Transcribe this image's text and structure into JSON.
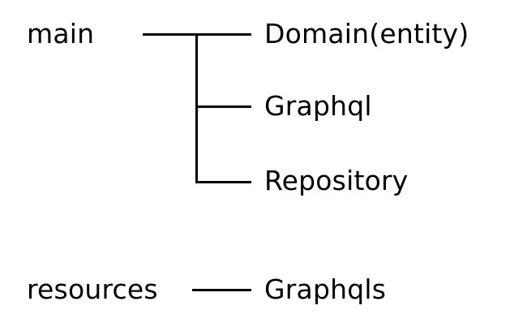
{
  "diagram": {
    "groups": [
      {
        "root": "main",
        "children": [
          "Domain(entity)",
          "Graphql",
          "Repository"
        ]
      },
      {
        "root": "resources",
        "children": [
          "Graphqls"
        ]
      }
    ]
  }
}
